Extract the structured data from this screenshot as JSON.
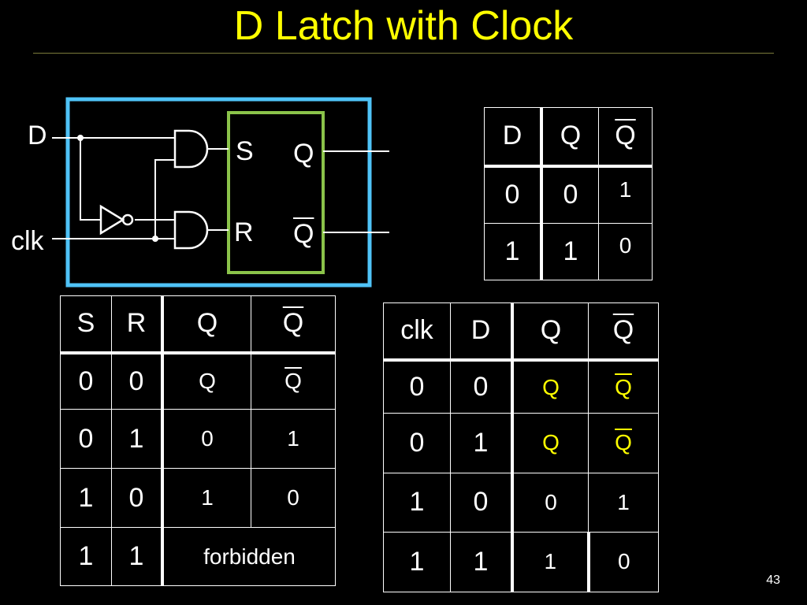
{
  "slide": {
    "title": "D Latch with Clock",
    "page_number": "43"
  },
  "circuit": {
    "input_d": "D",
    "input_clk": "clk",
    "latch_s": "S",
    "latch_r": "R",
    "latch_q": "Q",
    "latch_qbar": "Q"
  },
  "table_d": {
    "headers": [
      "D",
      "Q",
      "Q"
    ],
    "rows": [
      [
        "0",
        "0",
        "1"
      ],
      [
        "1",
        "1",
        "0"
      ]
    ]
  },
  "table_sr": {
    "headers": [
      "S",
      "R",
      "Q",
      "Q"
    ],
    "rows": [
      [
        "0",
        "0",
        "Q",
        "Q"
      ],
      [
        "0",
        "1",
        "0",
        "1"
      ],
      [
        "1",
        "0",
        "1",
        "0"
      ],
      [
        "1",
        "1",
        "forbidden"
      ]
    ]
  },
  "table_clk": {
    "headers": [
      "clk",
      "D",
      "Q",
      "Q"
    ],
    "rows": [
      [
        "0",
        "0",
        "Q",
        "Q"
      ],
      [
        "0",
        "1",
        "Q",
        "Q"
      ],
      [
        "1",
        "0",
        "0",
        "1"
      ],
      [
        "1",
        "1",
        "1",
        "0"
      ]
    ]
  },
  "colors": {
    "title": "#ffff00",
    "outer_box": "#4fc3f7",
    "latch_box": "#8bc34a",
    "hold_values": "#ffff00"
  }
}
